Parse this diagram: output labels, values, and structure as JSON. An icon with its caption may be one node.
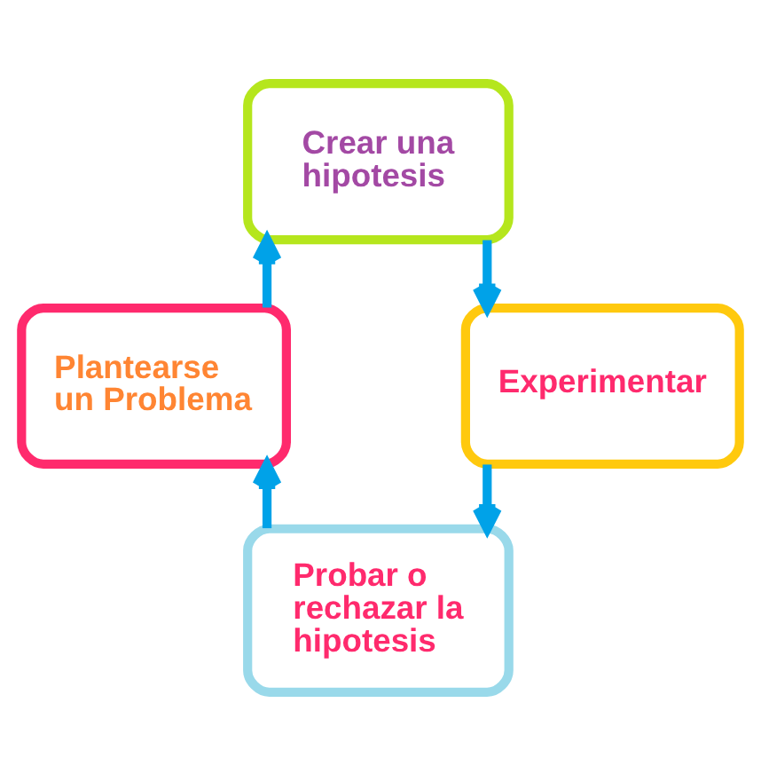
{
  "diagram": {
    "nodes": [
      {
        "text": [
          "Crear una hipotesis"
        ]
      },
      {
        "text": [
          "Experimentar"
        ]
      },
      {
        "text": [
          "Probar o rechazar la hipotesis"
        ]
      },
      {
        "text": [
          "Plantearse un Problema"
        ]
      }
    ],
    "edges": [
      {
        "from": 3,
        "to": 0,
        "arrow": "to"
      },
      {
        "from": 0,
        "to": 1,
        "arrow": "to"
      },
      {
        "from": 1,
        "to": 2,
        "arrow": "to"
      },
      {
        "from": 2,
        "to": 3,
        "arrow": "to"
      }
    ]
  }
}
